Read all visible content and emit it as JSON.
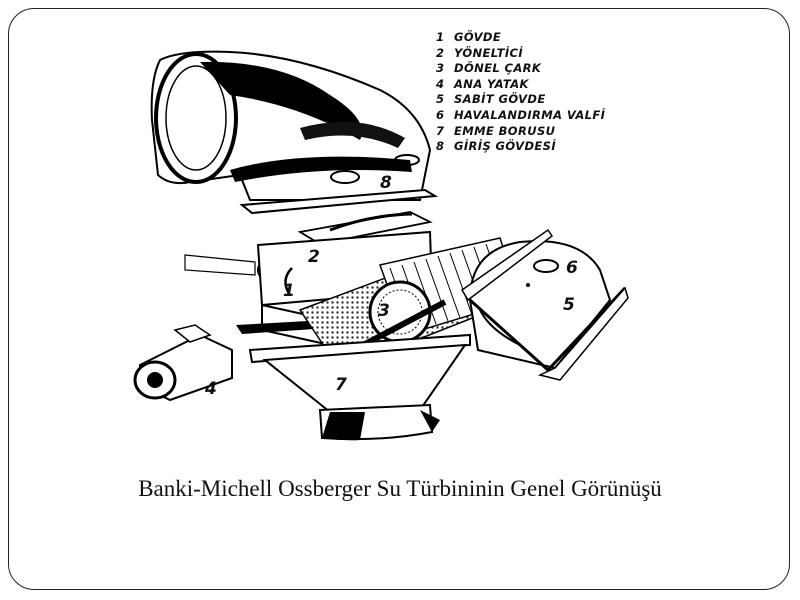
{
  "legend": {
    "items": [
      {
        "number": "1",
        "label": "GÖVDE"
      },
      {
        "number": "2",
        "label": "YÖNELTİCİ"
      },
      {
        "number": "3",
        "label": "DÖNEL ÇARK"
      },
      {
        "number": "4",
        "label": "ANA YATAK"
      },
      {
        "number": "5",
        "label": "SABİT GÖVDE"
      },
      {
        "number": "6",
        "label": "HAVALANDIRMA VALFİ"
      },
      {
        "number": "7",
        "label": "EMME BORUSU"
      },
      {
        "number": "8",
        "label": "GİRİŞ GÖVDESİ"
      }
    ]
  },
  "caption": "Banki-Michell Ossberger Su Türbininin Genel Görünüşü",
  "parts": {
    "p1": "1",
    "p2": "2",
    "p3": "3",
    "p4": "4",
    "p5": "5",
    "p6": "6",
    "p7": "7",
    "p8": "8"
  }
}
